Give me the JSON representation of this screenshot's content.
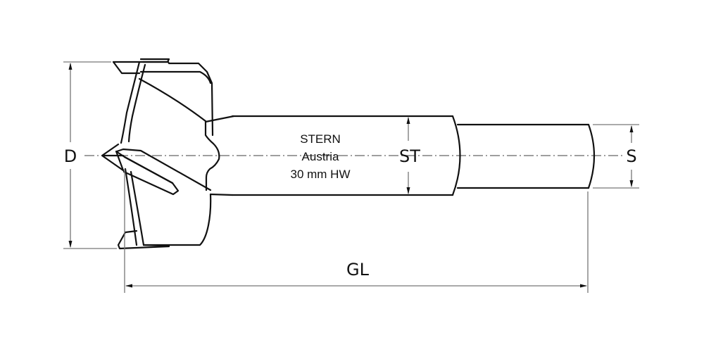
{
  "drawing": {
    "title": "Forstner drill bit dimension drawing",
    "engraving": {
      "line1": "STERN",
      "line2": "Austria",
      "line3": "30 mm HW"
    },
    "dimensions": {
      "diameter": "D",
      "shank_body": "ST",
      "shank": "S",
      "total_length": "GL"
    },
    "colors": {
      "outline": "#111111",
      "dimension": "#777777",
      "centerline": "#666666",
      "background": "#ffffff"
    }
  }
}
